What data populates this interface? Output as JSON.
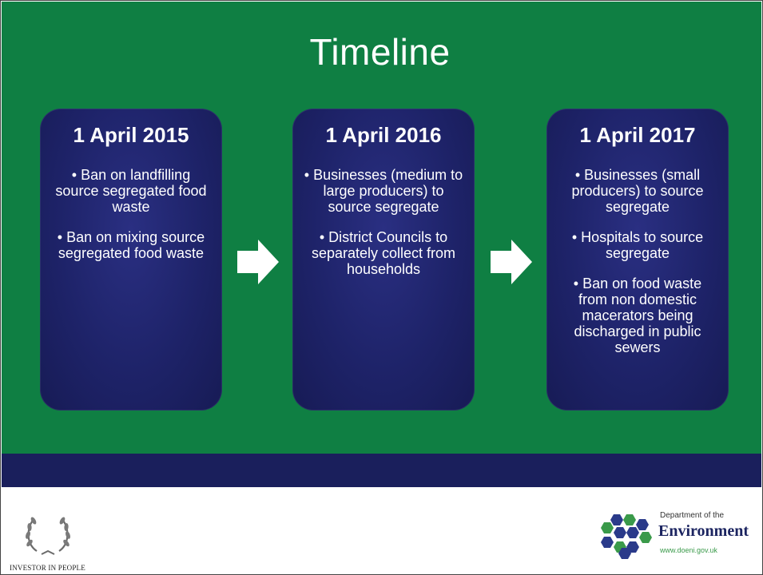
{
  "slide": {
    "title": "Timeline",
    "colors": {
      "background": "#0f7f43",
      "band": "#1a1f5c",
      "card": "#1e2369",
      "text": "#ffffff"
    }
  },
  "cards": [
    {
      "date": "1 April 2015",
      "items": [
        "• Ban on landfilling source segregated food waste",
        "• Ban on mixing source segregated food waste"
      ]
    },
    {
      "date": "1 April 2016",
      "items": [
        "• Businesses (medium to large producers)  to source segregate",
        "• District Councils to separately collect from households"
      ]
    },
    {
      "date": "1 April 2017",
      "items": [
        "• Businesses (small producers) to source segregate",
        "• Hospitals to source segregate",
        "• Ban on food waste from non domestic macerators being discharged in public sewers"
      ]
    }
  ],
  "arrows": [
    "right-arrow-icon",
    "right-arrow-icon"
  ],
  "footer": {
    "left_logo": {
      "text": "INVESTOR IN PEOPLE",
      "icon": "laurel-wreath-icon"
    },
    "right_logo": {
      "dept": "Department of the",
      "name": "Environment",
      "url": "www.doeni.gov.uk",
      "icon": "hexagon-cluster-icon"
    }
  }
}
